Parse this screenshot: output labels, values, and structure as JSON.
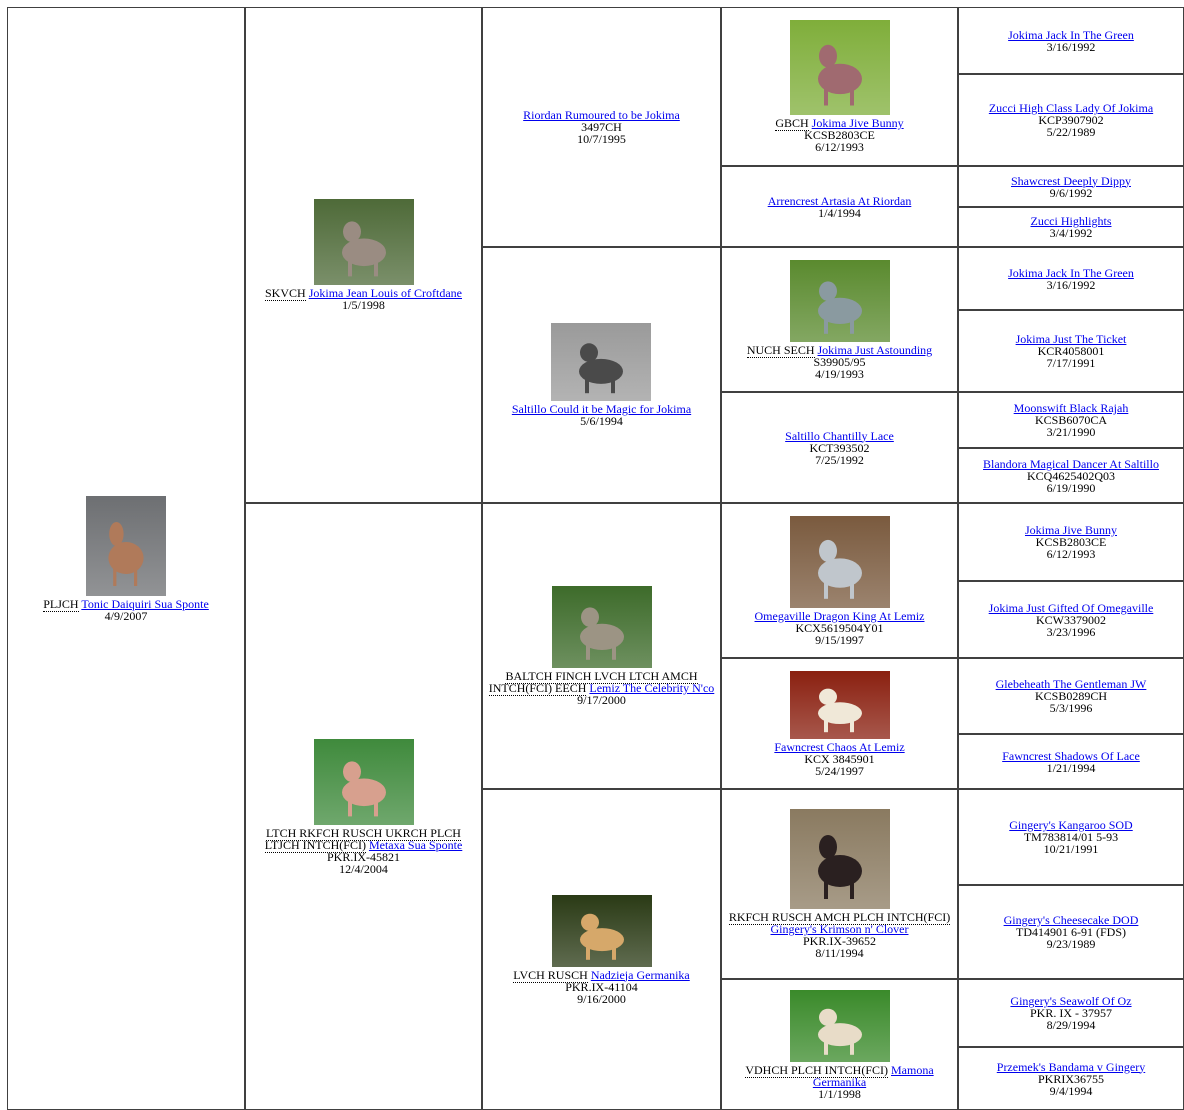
{
  "pedigree": [
    {
      "key": "g1_1",
      "title": "PLJCH",
      "name": "Tonic Daiquiri Sua Sponte",
      "reg": "",
      "dob": "4/9/2007",
      "photo": "dog-photo-tonic"
    },
    {
      "key": "g2_1",
      "title": "SKVCH",
      "name": "Jokima Jean Louis of Croftdane",
      "reg": "",
      "dob": "1/5/1998",
      "photo": "dog-photo-jean-louis"
    },
    {
      "key": "g2_2",
      "title": "LTCH RKFCH RUSCH UKRCH PLCH LTJCH INTCH(FCI)",
      "name": "Metaxa Sua Sponte",
      "reg": "PKR.IX-45821",
      "dob": "12/4/2004",
      "photo": "dog-photo-metaxa"
    },
    {
      "key": "g3_1",
      "title": "",
      "name": "Riordan Rumoured to be Jokima",
      "reg": "3497CH",
      "dob": "10/7/1995",
      "photo": ""
    },
    {
      "key": "g3_2",
      "title": "",
      "name": "Saltillo Could it be Magic for Jokima",
      "reg": "",
      "dob": "5/6/1994",
      "photo": "dog-photo-saltillo-magic"
    },
    {
      "key": "g3_3",
      "title": "BALTCH FINCH LVCH LTCH AMCH INTCH(FCI) EECH",
      "name": "Lemiz The Celebrity N'co",
      "reg": "",
      "dob": "9/17/2000",
      "photo": "dog-photo-lemiz"
    },
    {
      "key": "g3_4",
      "title": "LVCH RUSCH",
      "name": "Nadzieja Germanika",
      "reg": "PKR.IX-41104",
      "dob": "9/16/2000",
      "photo": "dog-photo-nadzieja"
    },
    {
      "key": "g4_1",
      "title": "GBCH",
      "name": "Jokima Jive Bunny",
      "reg": "KCSB2803CE",
      "dob": "6/12/1993",
      "photo": "dog-photo-jive-bunny"
    },
    {
      "key": "g4_2",
      "title": "",
      "name": "Arrencrest Artasia At Riordan",
      "reg": "",
      "dob": "1/4/1994",
      "photo": ""
    },
    {
      "key": "g4_3",
      "title": "NUCH SECH",
      "name": "Jokima Just Astounding",
      "reg": "S39905/95",
      "dob": "4/19/1993",
      "photo": "dog-photo-just-astounding"
    },
    {
      "key": "g4_4",
      "title": "",
      "name": "Saltillo Chantilly Lace",
      "reg": "KCT393502",
      "dob": "7/25/1992",
      "photo": ""
    },
    {
      "key": "g4_5",
      "title": "",
      "name": "Omegaville Dragon King At Lemiz",
      "reg": "KCX5619504Y01",
      "dob": "9/15/1997",
      "photo": "dog-photo-dragon-king"
    },
    {
      "key": "g4_6",
      "title": "",
      "name": "Fawncrest Chaos At Lemiz",
      "reg": "KCX 3845901",
      "dob": "5/24/1997",
      "photo": "dog-photo-fawncrest-chaos"
    },
    {
      "key": "g4_7",
      "title": "RKFCH RUSCH AMCH PLCH INTCH(FCI)",
      "name": "Gingery's Krimson n' Clover",
      "reg": "PKR.IX-39652",
      "dob": "8/11/1994",
      "photo": "dog-photo-krimson"
    },
    {
      "key": "g4_8",
      "title": "VDHCH PLCH INTCH(FCI)",
      "name": "Mamona Germanika",
      "reg": "",
      "dob": "1/1/1998",
      "photo": "dog-photo-mamona"
    },
    {
      "key": "g5_1",
      "title": "",
      "name": "Jokima Jack In The Green",
      "reg": "",
      "dob": "3/16/1992",
      "photo": ""
    },
    {
      "key": "g5_2",
      "title": "",
      "name": "Zucci High Class Lady Of Jokima",
      "reg": "KCP3907902",
      "dob": "5/22/1989",
      "photo": ""
    },
    {
      "key": "g5_3",
      "title": "",
      "name": "Shawcrest Deeply Dippy",
      "reg": "",
      "dob": "9/6/1992",
      "photo": ""
    },
    {
      "key": "g5_4",
      "title": "",
      "name": "Zucci Highlights",
      "reg": "",
      "dob": "3/4/1992",
      "photo": ""
    },
    {
      "key": "g5_5",
      "title": "",
      "name": "Jokima Jack In The Green",
      "reg": "",
      "dob": "3/16/1992",
      "photo": ""
    },
    {
      "key": "g5_6",
      "title": "",
      "name": "Jokima Just The Ticket",
      "reg": "KCR4058001",
      "dob": "7/17/1991",
      "photo": ""
    },
    {
      "key": "g5_7",
      "title": "",
      "name": "Moonswift Black Rajah",
      "reg": "KCSB6070CA",
      "dob": "3/21/1990",
      "photo": ""
    },
    {
      "key": "g5_8",
      "title": "",
      "name": "Blandora Magical Dancer At Saltillo",
      "reg": "KCQ4625402Q03",
      "dob": "6/19/1990",
      "photo": ""
    },
    {
      "key": "g5_9",
      "title": "",
      "name": "Jokima Jive Bunny",
      "reg": "KCSB2803CE",
      "dob": "6/12/1993",
      "photo": ""
    },
    {
      "key": "g5_10",
      "title": "",
      "name": "Jokima Just Gifted Of Omegaville",
      "reg": "KCW3379002",
      "dob": "3/23/1996",
      "photo": ""
    },
    {
      "key": "g5_11",
      "title": "",
      "name": "Glebeheath The Gentleman JW",
      "reg": "KCSB0289CH",
      "dob": "5/3/1996",
      "photo": ""
    },
    {
      "key": "g5_12",
      "title": "",
      "name": "Fawncrest Shadows Of Lace",
      "reg": "",
      "dob": "1/21/1994",
      "photo": ""
    },
    {
      "key": "g5_13",
      "title": "",
      "name": "Gingery's Kangaroo SOD",
      "reg": "TM783814/01 5-93",
      "dob": "10/21/1991",
      "photo": ""
    },
    {
      "key": "g5_14",
      "title": "",
      "name": "Gingery's Cheesecake DOD",
      "reg": "TD414901 6-91 (FDS)",
      "dob": "9/23/1989",
      "photo": ""
    },
    {
      "key": "g5_15",
      "title": "",
      "name": "Gingery's Seawolf Of Oz",
      "reg": "PKR. IX - 37957",
      "dob": "8/29/1994",
      "photo": ""
    },
    {
      "key": "g5_16",
      "title": "",
      "name": "Przemek's Bandama v Gingery",
      "reg": "PKRIX36755",
      "dob": "9/4/1994",
      "photo": ""
    }
  ],
  "colors": {
    "link": "#0000ee",
    "border": "#404040",
    "text": "#000000"
  }
}
